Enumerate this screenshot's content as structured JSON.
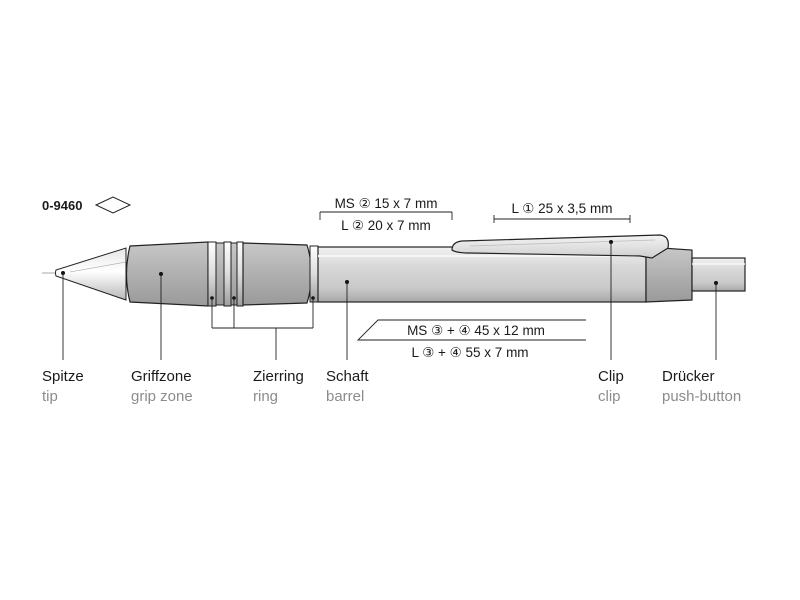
{
  "product_code": "0-9460",
  "imprint_areas": {
    "barrel_upper": {
      "line1": "MS ② 15 x 7 mm",
      "line2": "L ② 20 x 7 mm"
    },
    "clip": {
      "line1": "L ① 25 x 3,5 mm"
    },
    "barrel_lower": {
      "line1": "MS ③ + ④ 45 x 12 mm",
      "line2": "L ③ + ④ 55 x 7 mm"
    }
  },
  "parts": [
    {
      "de": "Spitze",
      "en": "tip"
    },
    {
      "de": "Griffzone",
      "en": "grip zone"
    },
    {
      "de": "Zierring",
      "en": "ring"
    },
    {
      "de": "Schaft",
      "en": "barrel"
    },
    {
      "de": "Clip",
      "en": "clip"
    },
    {
      "de": "Drücker",
      "en": "push-button"
    }
  ],
  "colors": {
    "barrel": "#d4d4d4",
    "grip": "#b0b0b0",
    "clip": "#e2e2e2",
    "text_primary": "#1a1a1a",
    "text_secondary": "#8c8c8c"
  }
}
